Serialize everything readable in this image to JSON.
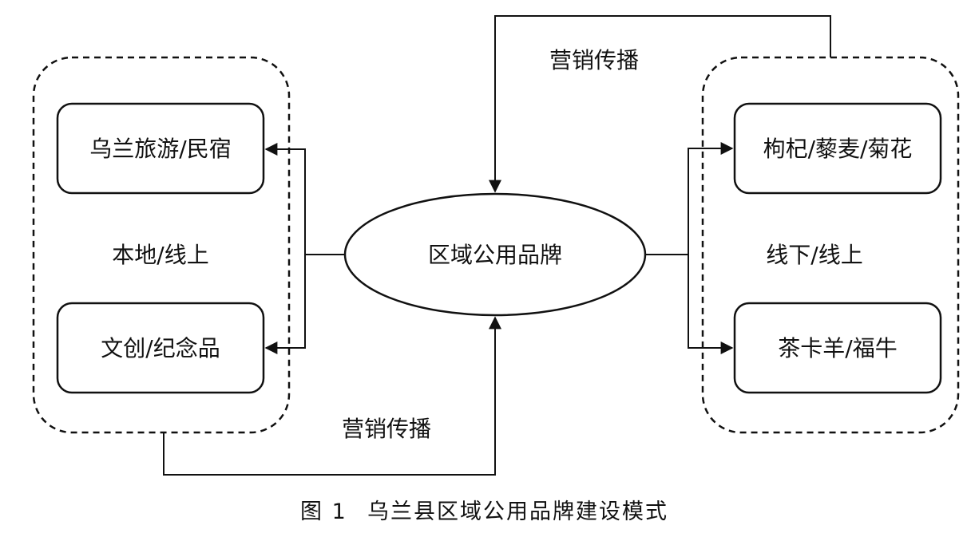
{
  "diagram": {
    "groups": {
      "left": {
        "label": "本地/线上"
      },
      "right": {
        "label": "线下/线上"
      }
    },
    "center": {
      "label": "区域公用品牌"
    },
    "boxes": {
      "left_top": "乌兰旅游/民宿",
      "left_bottom": "文创/纪念品",
      "right_top": "枸杞/藜麦/菊花",
      "right_bottom": "茶卡羊/福牛"
    },
    "flows": {
      "top_label": "营销传播",
      "bottom_label": "营销传播"
    }
  },
  "caption": {
    "number": "图 1",
    "title": "乌兰县区域公用品牌建设模式"
  }
}
